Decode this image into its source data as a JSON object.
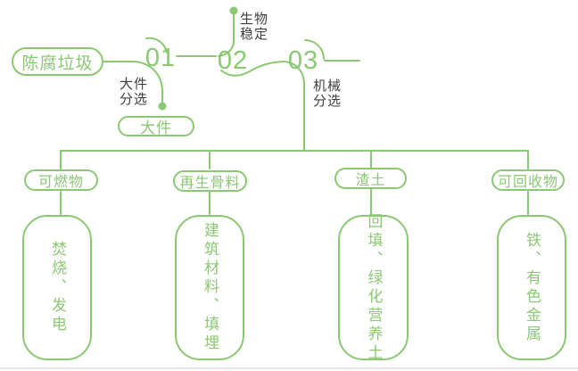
{
  "colors": {
    "green": "#8BC873",
    "dark_text": "#3E3E3E",
    "baseline": "#E4E7E1"
  },
  "source": {
    "label": "陈腐垃圾"
  },
  "steps": [
    {
      "number": "01",
      "side_label_line1": "大件",
      "side_label_line2": "分选",
      "side_label": "大件分选",
      "branch_pill": "大件"
    },
    {
      "number": "02",
      "top_label_line1": "生物",
      "top_label_line2": "稳定",
      "top_label": "生物稳定"
    },
    {
      "number": "03",
      "side_label_line1": "机械",
      "side_label_line2": "分选",
      "side_label": "机械分选"
    }
  ],
  "outputs": [
    {
      "category": "可燃物",
      "result": "焚烧、发电"
    },
    {
      "category": "再生骨料",
      "result": "建筑材料、填埋"
    },
    {
      "category": "渣土",
      "result": "回填、绿化营养土"
    },
    {
      "category": "可回收物",
      "result": "铁、有色金属"
    }
  ]
}
